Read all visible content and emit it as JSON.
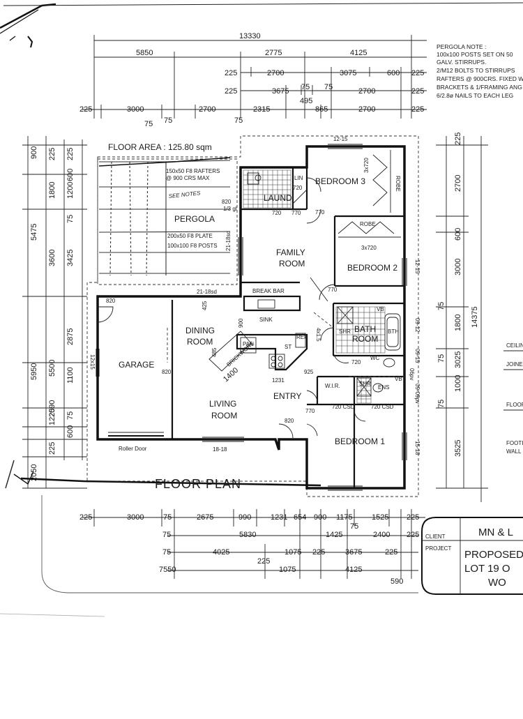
{
  "title": "FLOOR PLAN",
  "floor_area": "FLOOR AREA : 125.80 sqm",
  "rooms": {
    "bedroom3": "BEDROOM 3",
    "bedroom2": "BEDROOM 2",
    "bedroom1": "BEDROOM 1",
    "family": [
      "FAMILY",
      "ROOM"
    ],
    "dining": [
      "DINING",
      "ROOM"
    ],
    "living": [
      "LIVING",
      "ROOM"
    ],
    "garage": "GARAGE",
    "pergola": "PERGOLA",
    "laund": "LAUND",
    "bath": [
      "BATH",
      "ROOM"
    ],
    "entry": "ENTRY",
    "wir": "W.I.R.",
    "ens": "ENS",
    "wc": "WC",
    "robe": "ROBE",
    "break_bar": "BREAK BAR",
    "sink": "SINK",
    "pan": "PAN",
    "roller_door": "Roller Door",
    "brickwork": "BRICKWORK",
    "brickwork_h": "1400",
    "brickwork_w": "485"
  },
  "pergola_notes": {
    "rafters": [
      "150x50 F8 RAFTERS",
      "@ 900 CRS MAX"
    ],
    "plate": [
      "200x50 F8 PLATE",
      "100x100 F8 POSTS"
    ],
    "handwritten": "SEE NOTES"
  },
  "labels_small": [
    "12-15",
    "21-18sd",
    "21-18sd",
    "18-18",
    "15-18",
    "12-15",
    "09-12",
    "09-15",
    "09-09pv",
    "06pv",
    "3x720",
    "3x720",
    "720",
    "720",
    "720",
    "770",
    "770",
    "770",
    "770",
    "820",
    "820",
    "820",
    "820",
    "720 CSD",
    "720 CSD",
    "LIN",
    "BTH",
    "SHR",
    "SHR",
    "VB",
    "VB",
    "REF",
    "ST",
    "1231",
    "425",
    "900",
    "925",
    "1/3 gl",
    "12x15",
    "4x1.5"
  ],
  "top_dims": {
    "row1": [
      "13330"
    ],
    "row2": [
      "5850",
      "2775",
      "4125"
    ],
    "row3": [
      "225",
      "2700",
      "3075",
      "600",
      "225"
    ],
    "row4": [
      "225",
      "3675",
      "75",
      "75",
      "2700",
      "225"
    ],
    "row5": [
      "495",
      "225",
      "3000",
      "2700",
      "75",
      "2315",
      "865",
      "2700",
      "225"
    ],
    "extra": [
      "75",
      "75"
    ]
  },
  "left_dims": {
    "outer": [
      "900",
      "1800",
      "5475",
      "3600",
      "2875",
      "5950",
      "5500",
      "2090",
      "600",
      "225",
      "2050"
    ],
    "inner": [
      "225",
      "1200",
      "600",
      "75",
      "3425",
      "1100",
      "1225",
      "75",
      "225"
    ]
  },
  "right_dims": [
    "225",
    "2700",
    "600",
    "3000",
    "14375",
    "1800",
    "3025",
    "1000",
    "75",
    "75",
    "75",
    "3525"
  ],
  "bottom_dims": {
    "row1": [
      "225",
      "3000",
      "75",
      "2675",
      "990",
      "1231",
      "654",
      "900",
      "1175",
      "75",
      "1525",
      "225"
    ],
    "row2": [
      "75",
      "5830",
      "1425",
      "2400",
      "225"
    ],
    "row3": [
      "75",
      "4025",
      "1075",
      "225",
      "3675",
      "225"
    ],
    "row4": [
      "7550",
      "1075",
      "4125",
      "225",
      "590"
    ]
  },
  "notes": {
    "heading": "PERGOLA  NOTE :",
    "lines": [
      "100x100 POSTS SET ON 50",
      "GALV. STIRRUPS.",
      "2/M12 BOLTS TO STIRRUPS",
      "RAFTERS @ 900CRS. FIXED W",
      "BRACKETS & 1/FRAMING ANG",
      "6/2.8ø NAILS TO EACH LEG"
    ]
  },
  "side_labels": [
    "CEILIN",
    "JOINER",
    "FLOOR",
    "FOOTI",
    "WALL"
  ],
  "title_block": {
    "client_label": "CLIENT",
    "project_label": "PROJECT",
    "client": "MN & L",
    "project_lines": [
      "PROPOSED",
      "LOT 19 O",
      "WO"
    ]
  }
}
